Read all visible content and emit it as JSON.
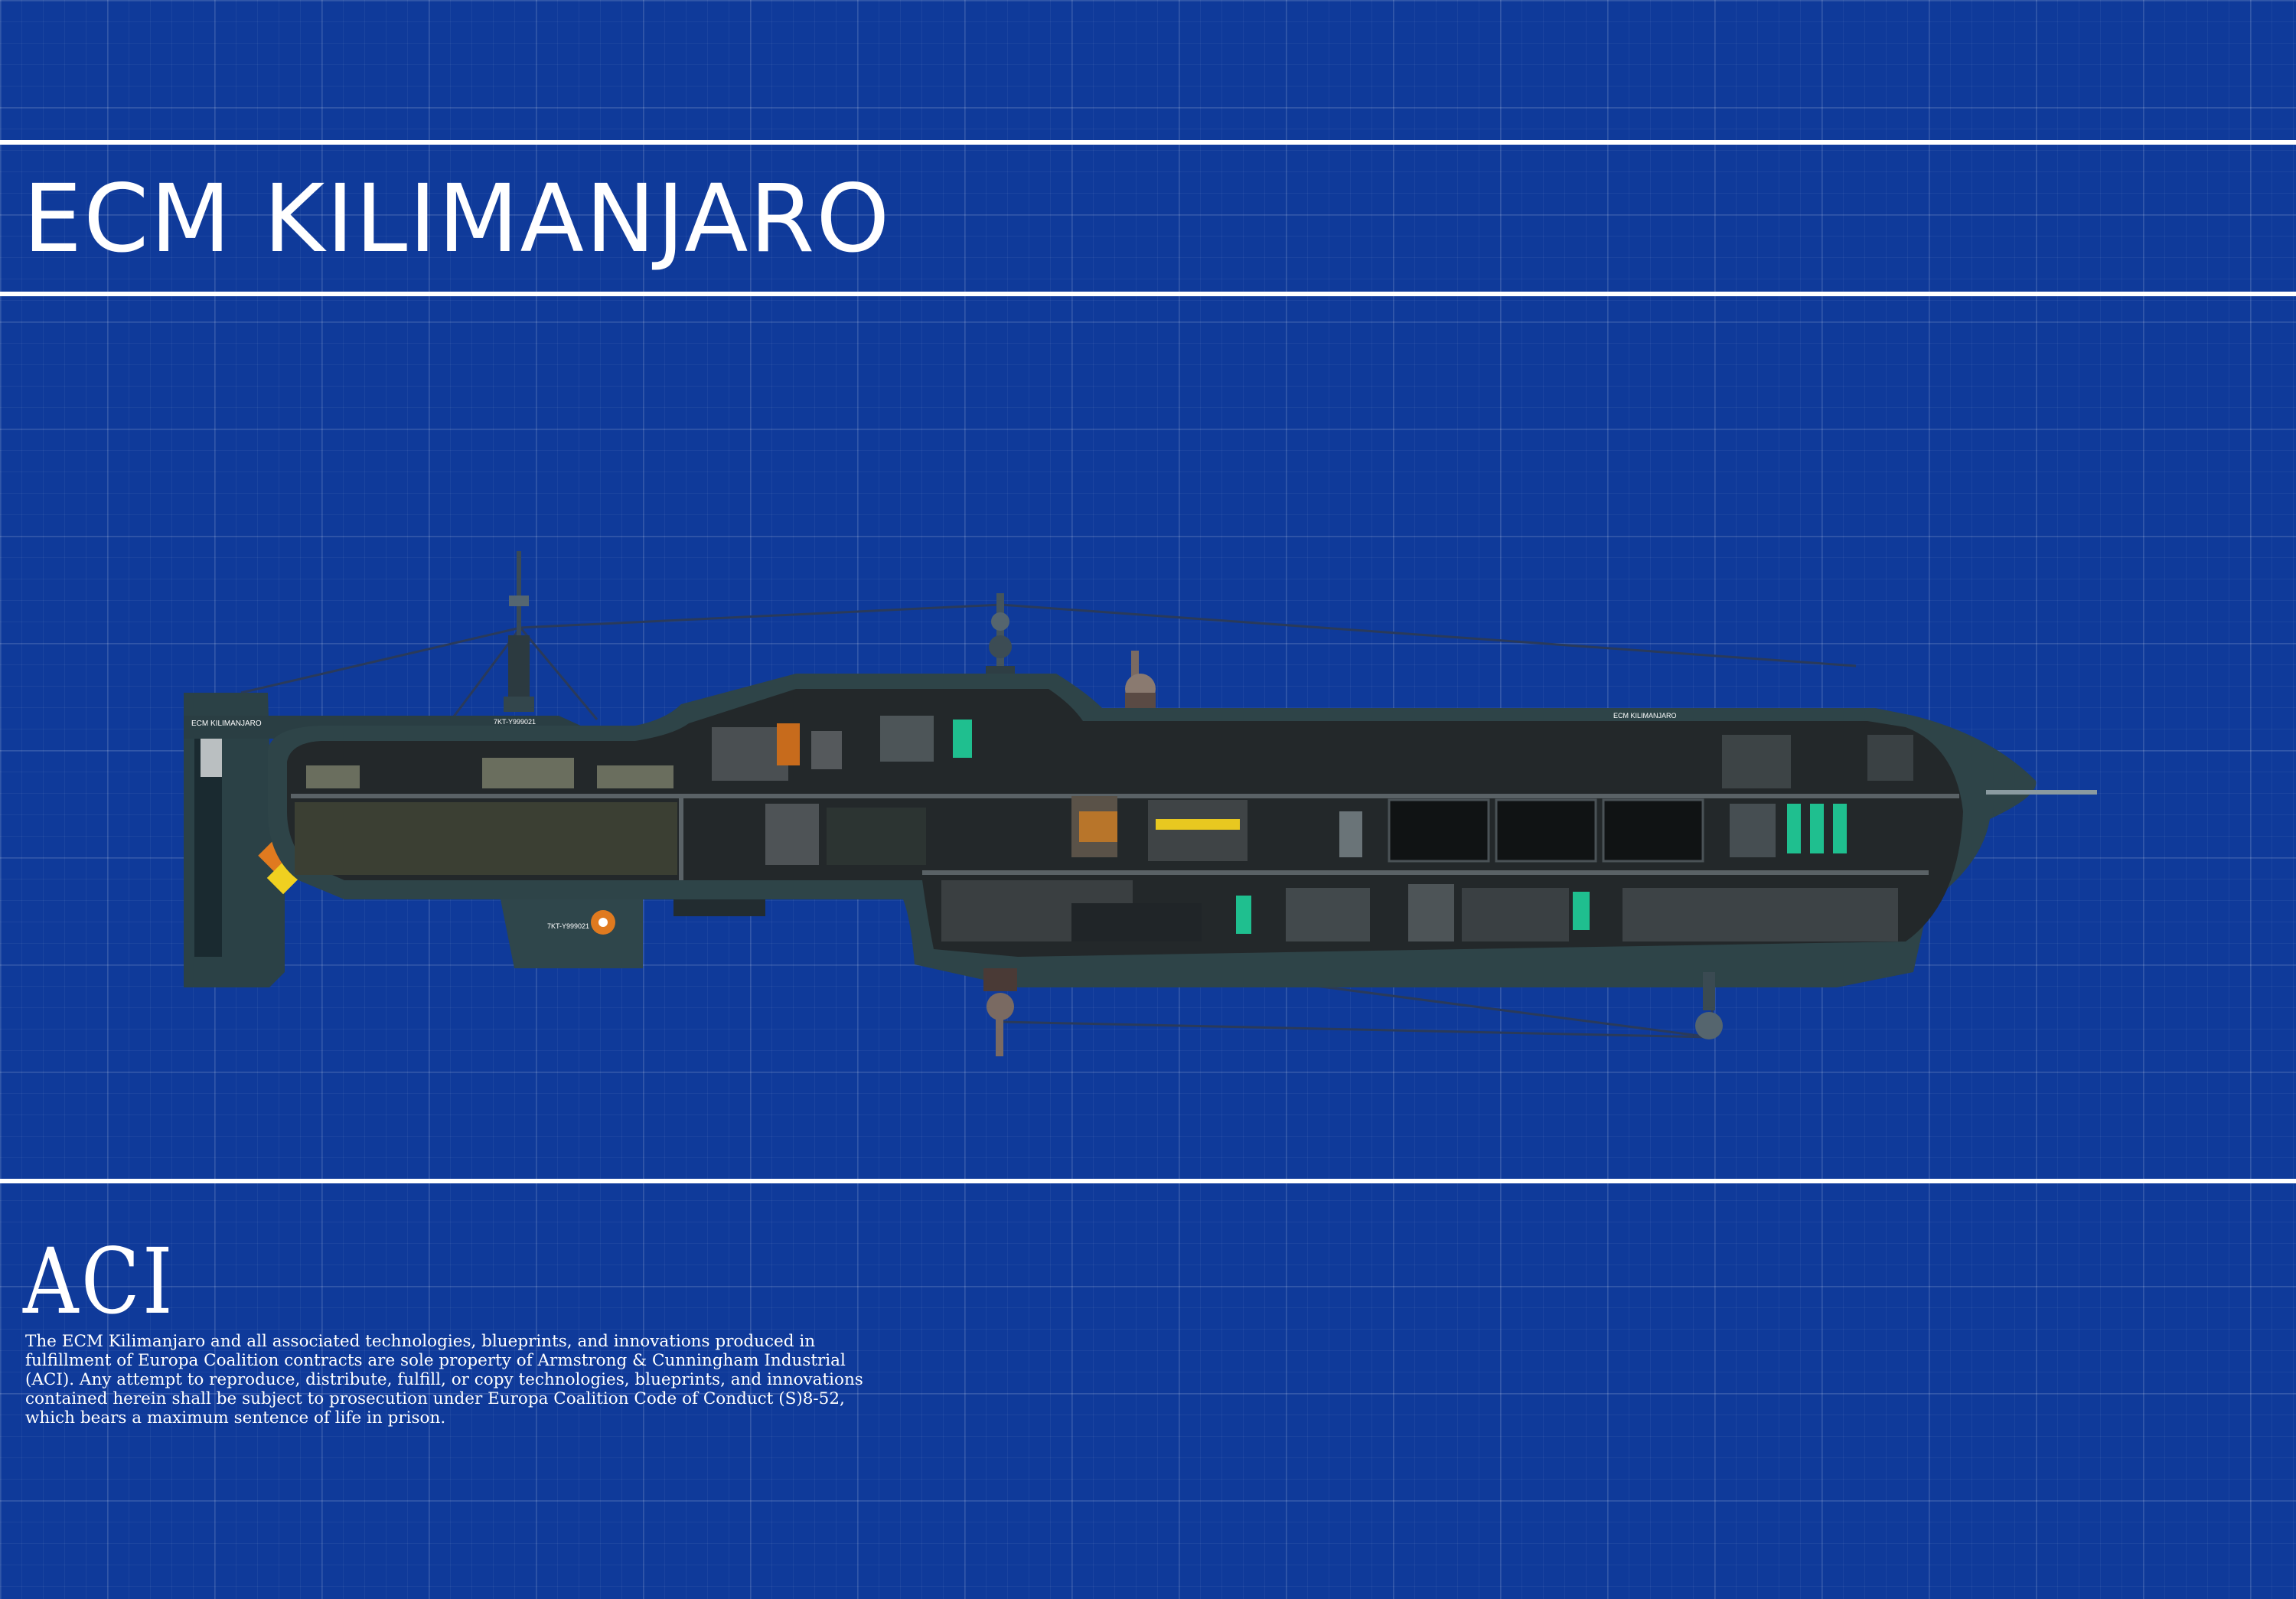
{
  "page": {
    "title": "ECM KILIMANJARO",
    "brand": "ACI",
    "disclaimer": "The ECM Kilimanjaro and all associated technologies, blueprints, and innovations produced in fulfillment of Europa Coalition contracts are sole property of Armstrong & Cunningham Industrial (ACI). Any attempt to reproduce, distribute, fulfill, or copy technologies, blueprints, and innovations contained herein shall be subject to prosecution under Europa Coalition Code of Conduct (S)8-52, which bears a maximum sentence of life in prison."
  },
  "ship": {
    "hull_name_aft": "ECM KILIMANJARO",
    "hull_name_fore": "ECM KILIMANJARO",
    "registry_upper": "7KT-Y999021",
    "registry_lower": "7KT-Y999021"
  },
  "colors": {
    "background": "#0f3a9a",
    "hull": "#2e4448",
    "interior": "#23282a",
    "accent_green": "#1fbf8f",
    "accent_orange": "#e07a1f"
  }
}
